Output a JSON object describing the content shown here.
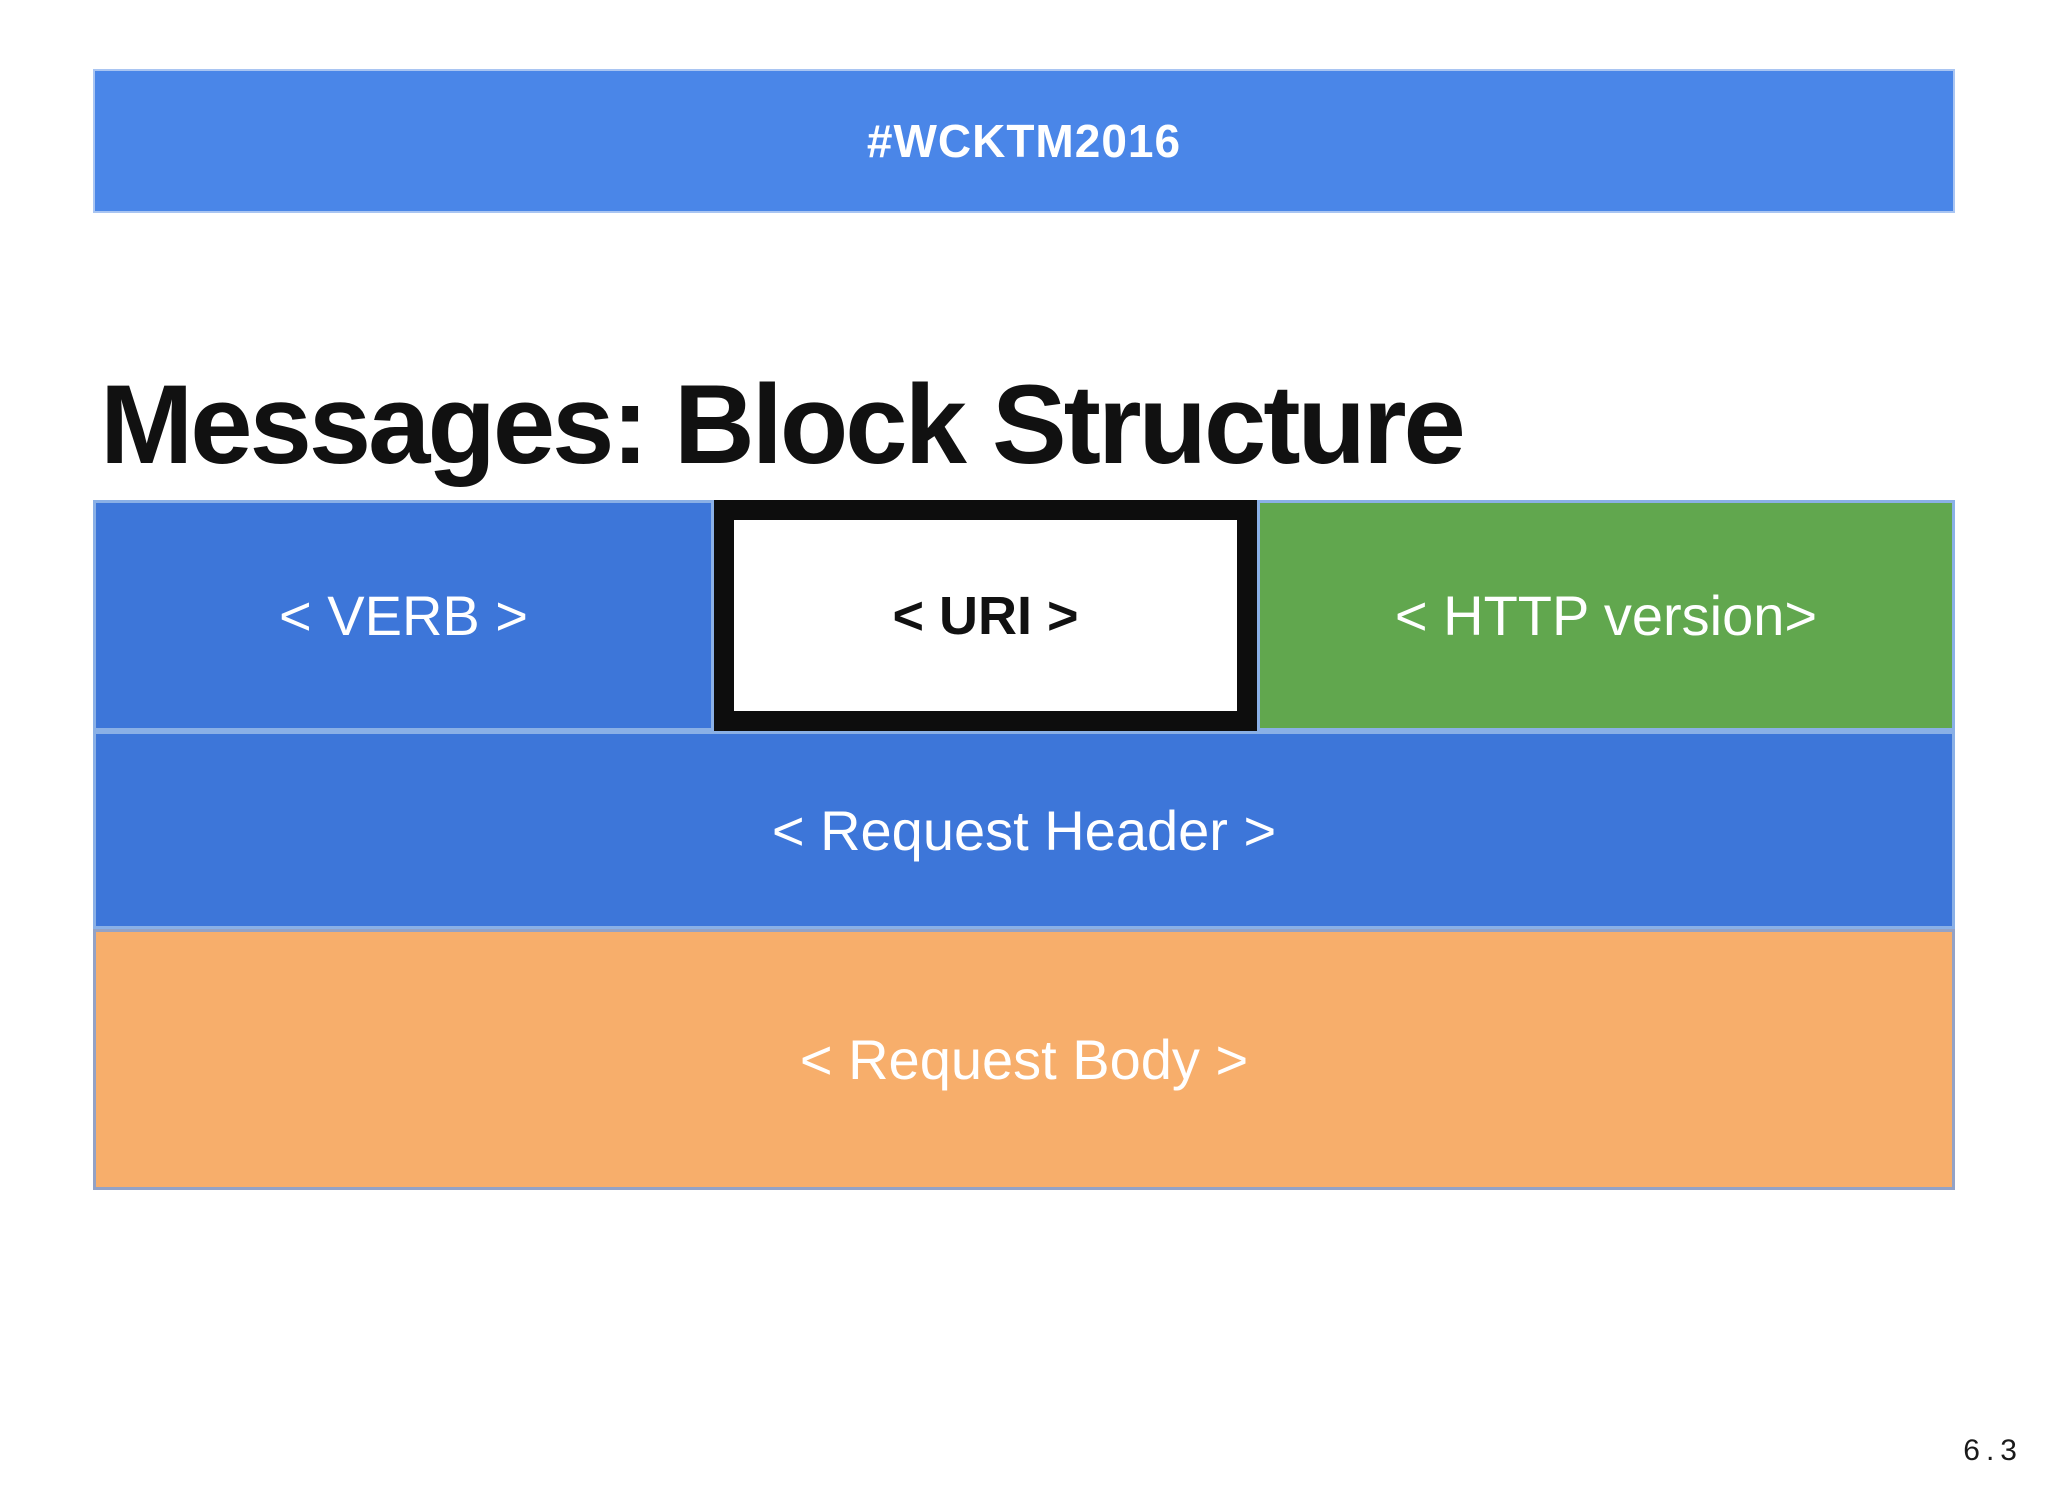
{
  "slide": {
    "background": "#ffffff"
  },
  "header_bar": {
    "label": "#WCKTM2016",
    "bg_color": "#4a86e8",
    "border_color": "#a9c5f2",
    "text_color": "#ffffff"
  },
  "title": {
    "text": "Messages: Block Structure",
    "color": "#111111"
  },
  "diagram": {
    "row1": {
      "verb_block": {
        "label": "< VERB >",
        "bg_color": "#3d76d9",
        "border_color": "#8ab0e6",
        "text_color": "#ffffff"
      },
      "uri_block": {
        "label": "< URI >",
        "bg_color": "#ffffff",
        "border_color": "#0d0d0d",
        "text_color": "#111111"
      },
      "http_version_block": {
        "label": "< HTTP version>",
        "bg_color": "#61a74e",
        "border_color": "#8ab0e6",
        "text_color": "#ffffff"
      }
    },
    "request_header_block": {
      "label": "< Request Header >",
      "bg_color": "#3d76d9",
      "border_color": "#8ab0e6",
      "text_color": "#ffffff"
    },
    "request_body_block": {
      "label": "< Request Body >",
      "bg_color": "#f7ae6b",
      "border_color": "#93a2c6",
      "text_color": "#ffffff"
    }
  },
  "slide_number": {
    "text": "6.3",
    "color": "#1a1a1a"
  }
}
